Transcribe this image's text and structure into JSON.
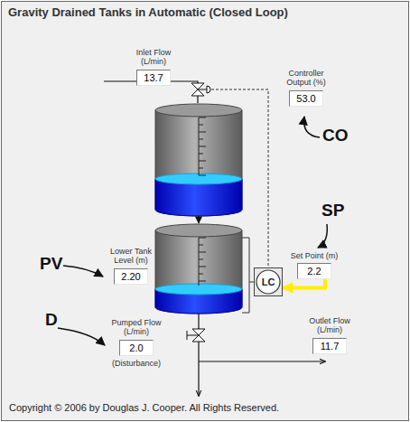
{
  "diagram": {
    "title": "Gravity Drained Tanks in Automatic (Closed Loop)",
    "nodes": [
      {
        "text": [
          "Inlet Flow (L/min)",
          "13.7"
        ]
      },
      {
        "text": [
          "Controller Output (%)",
          "53.0"
        ]
      },
      {
        "text": [
          "Lower Tank Level (m)",
          "2.20"
        ]
      },
      {
        "text": [
          "Set Point (m)",
          "2.2"
        ]
      },
      {
        "text": [
          "LC"
        ]
      },
      {
        "text": [
          "Pumped Flow (L/min)",
          "2.0",
          "(Disturbance)"
        ]
      },
      {
        "text": [
          "Outlet Flow (L/min)",
          "11.7"
        ]
      }
    ],
    "edges": [
      {
        "from": 3,
        "to": 4,
        "arrow": "to"
      }
    ],
    "labels": [
      "CO",
      "SP",
      "PV",
      "D",
      "Copyright © 2006 by Douglas J. Cooper.  All Rights Reserved."
    ]
  }
}
